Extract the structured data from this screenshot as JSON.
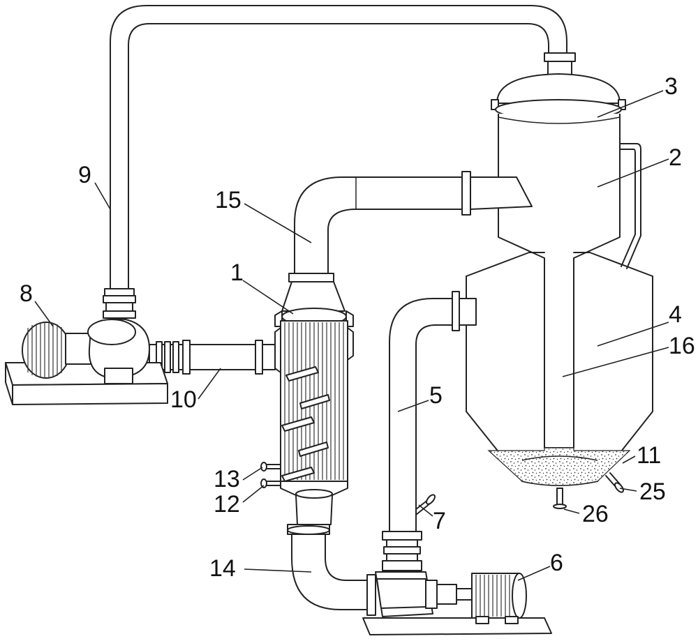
{
  "labels": {
    "l1": "1",
    "l2": "2",
    "l3": "3",
    "l4": "4",
    "l5": "5",
    "l6": "6",
    "l7": "7",
    "l8": "8",
    "l9": "9",
    "l10": "10",
    "l11": "11",
    "l12": "12",
    "l13": "13",
    "l14": "14",
    "l15": "15",
    "l16": "16",
    "l25": "25",
    "l26": "26"
  }
}
